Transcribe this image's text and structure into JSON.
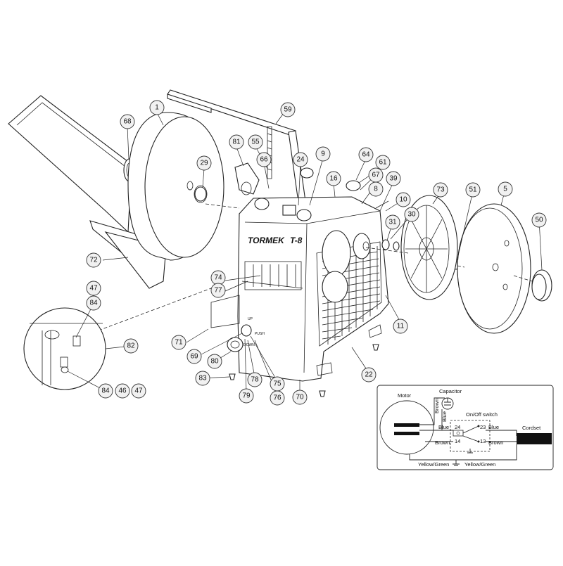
{
  "brand_logo": "TORMEK",
  "model_label": "T-8",
  "switch_labels": {
    "up": "UP",
    "push": "PUSH",
    "down": "DOWN"
  },
  "callouts": {
    "c1": "1",
    "c5": "5",
    "c8": "8",
    "c9": "9",
    "c10": "10",
    "c11": "11",
    "c16": "16",
    "c22": "22",
    "c24": "24",
    "c29": "29",
    "c30": "30",
    "c31": "31",
    "c39": "39",
    "c46": "46",
    "c47a": "47",
    "c47b": "47",
    "c50": "50",
    "c51": "51",
    "c55": "55",
    "c59": "59",
    "c61": "61",
    "c64": "64",
    "c66": "66",
    "c67": "67",
    "c68": "68",
    "c69": "69",
    "c70": "70",
    "c71": "71",
    "c72": "72",
    "c73": "73",
    "c74": "74",
    "c75": "75",
    "c76": "76",
    "c77": "77",
    "c78": "78",
    "c79": "79",
    "c80": "80",
    "c81": "81",
    "c82": "82",
    "c83": "83",
    "c84a": "84",
    "c84b": "84"
  },
  "wiring": {
    "motor": "Motor",
    "capacitor": "Capacitor",
    "on_off_switch": "On/Off switch",
    "brown_1": "Brown",
    "blue_1": "Blue",
    "blue_2": "Blue",
    "blue_3": "Blue",
    "brown_2": "Brown",
    "brown_3": "Brown",
    "t24": "24",
    "t23": "23",
    "t14": "14",
    "t13": "13",
    "yellow_green_1": "Yellow/Green",
    "yellow_green_2": "Yellow/Green",
    "cordset": "Cordset"
  }
}
